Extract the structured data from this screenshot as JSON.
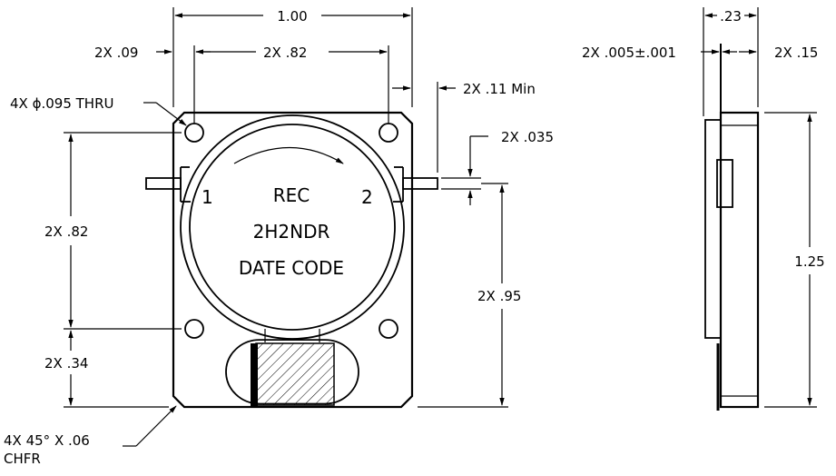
{
  "front_view": {
    "dim_overall_width": "1.00",
    "dim_edge_offset": "2X  .09",
    "dim_hole_spacing_h": "2X  .82",
    "dim_tab_min": "2X  .11  Min",
    "dim_tab_thickness": "2X  .035",
    "dim_holes": "4X  ϕ.095  THRU",
    "dim_hole_spacing_v": "2X  .82",
    "dim_bottom_offset": "2X  .34",
    "dim_tab_height": "2X  .95",
    "dim_chamfer_line1": "4X  45°  X  .06",
    "dim_chamfer_line2": "CHFR",
    "port_1": "1",
    "port_2": "2",
    "marking_line1": "REC",
    "marking_line2": "2H2NDR",
    "marking_line3": "DATE  CODE"
  },
  "side_view": {
    "dim_thickness": ".23",
    "dim_tab_thickness": "2X  .005±.001",
    "dim_tab_offset": "2X  .15",
    "dim_height": "1.25"
  }
}
